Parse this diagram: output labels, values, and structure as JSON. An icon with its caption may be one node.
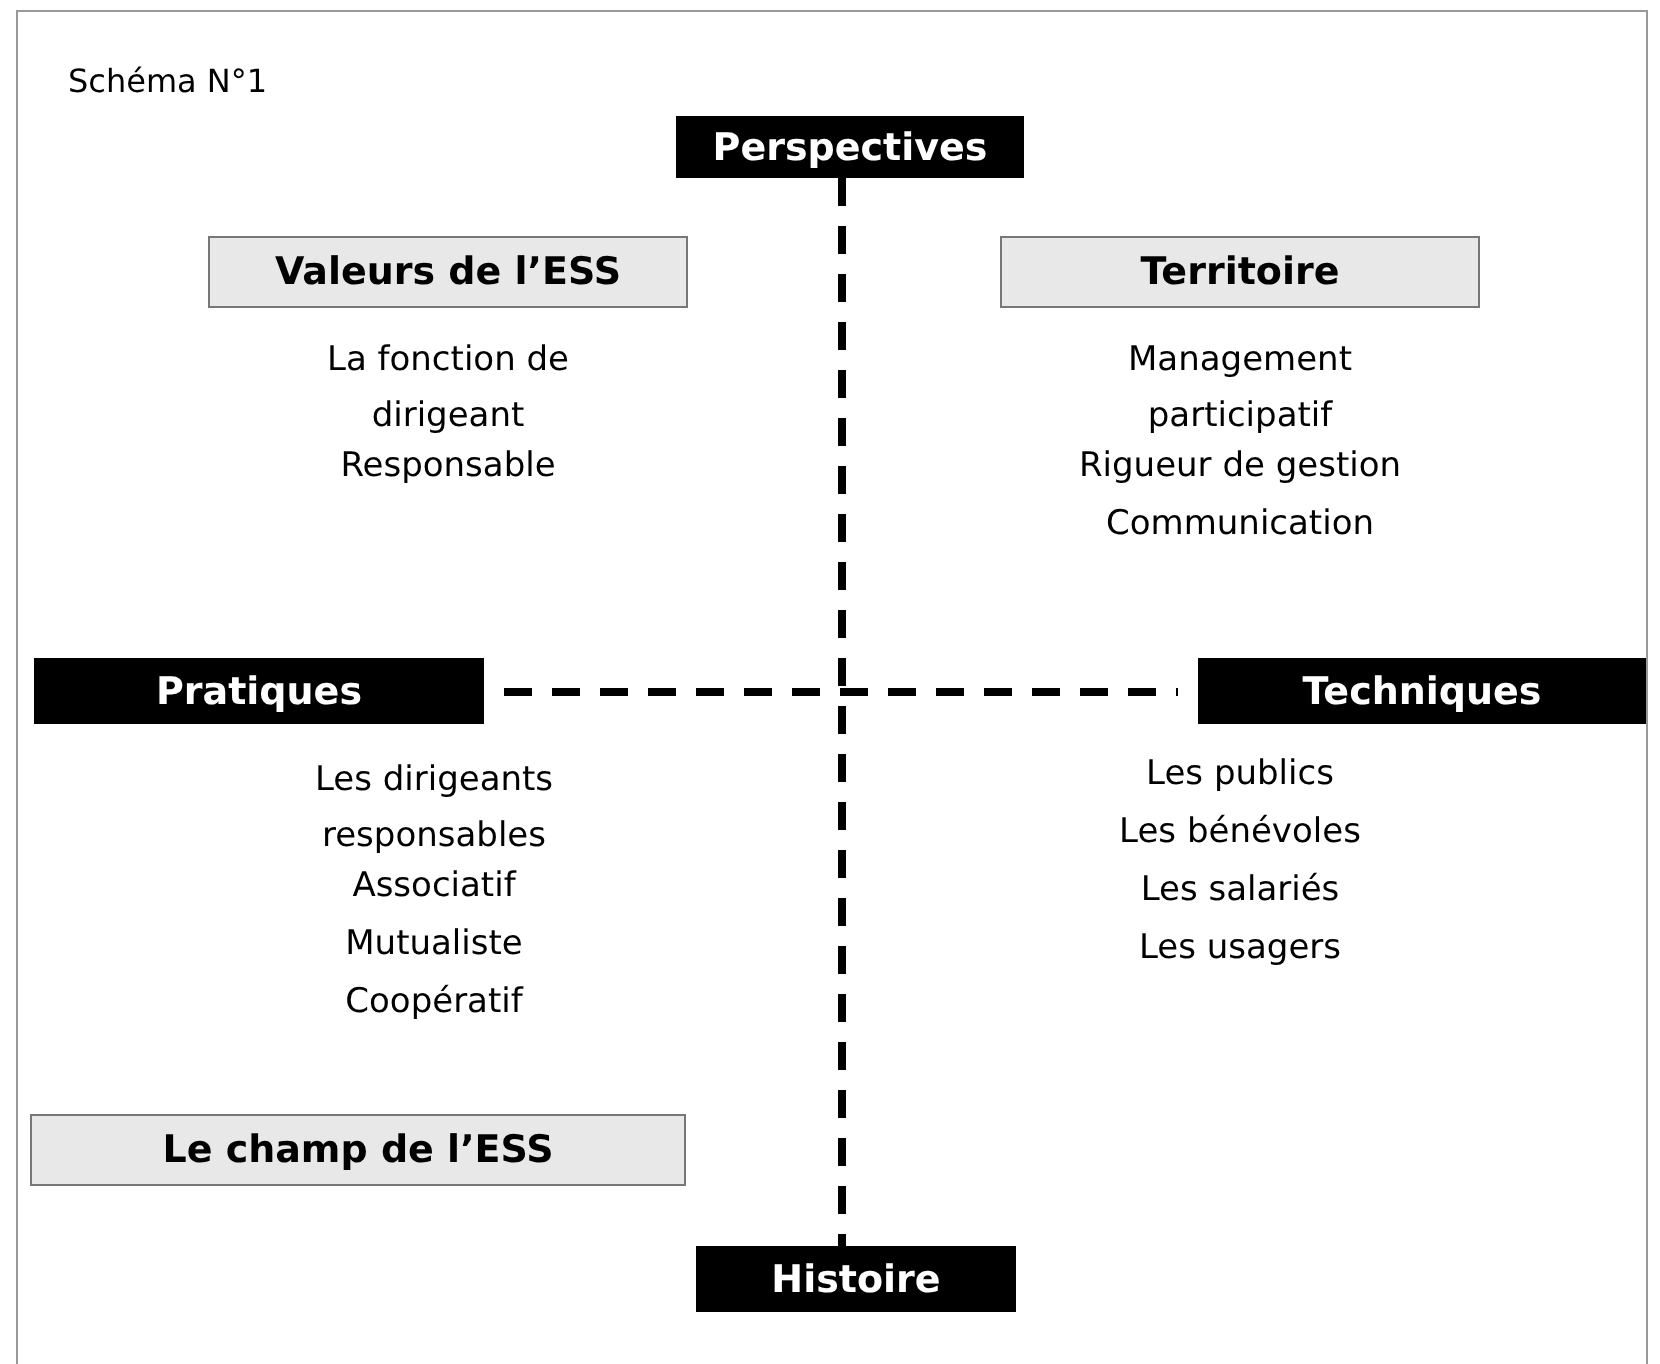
{
  "diagram": {
    "title": "Schéma N°1",
    "nodes": [
      {
        "text": [
          "Perspectives"
        ]
      },
      {
        "text": [
          "Valeurs de l’ESS"
        ]
      },
      {
        "text": [
          "Territoire"
        ]
      },
      {
        "text": [
          "Pratiques"
        ]
      },
      {
        "text": [
          "Techniques"
        ]
      },
      {
        "text": [
          "Le champ de l’ESS"
        ]
      },
      {
        "text": [
          "Histoire"
        ]
      }
    ],
    "edges": [
      {
        "from": 0,
        "to": 6,
        "arrow": "none",
        "style": "dashed"
      },
      {
        "from": 3,
        "to": 4,
        "arrow": "none",
        "style": "dashed"
      }
    ],
    "labels": [
      "La fonction de dirigeant",
      "Responsable",
      "Management participatif",
      "Rigueur de gestion",
      "Communication",
      "Les dirigeants responsables",
      "Associatif",
      "Mutualiste",
      "Coopératif",
      "Les publics",
      "Les bénévoles",
      "Les salariés",
      "Les usagers"
    ]
  }
}
